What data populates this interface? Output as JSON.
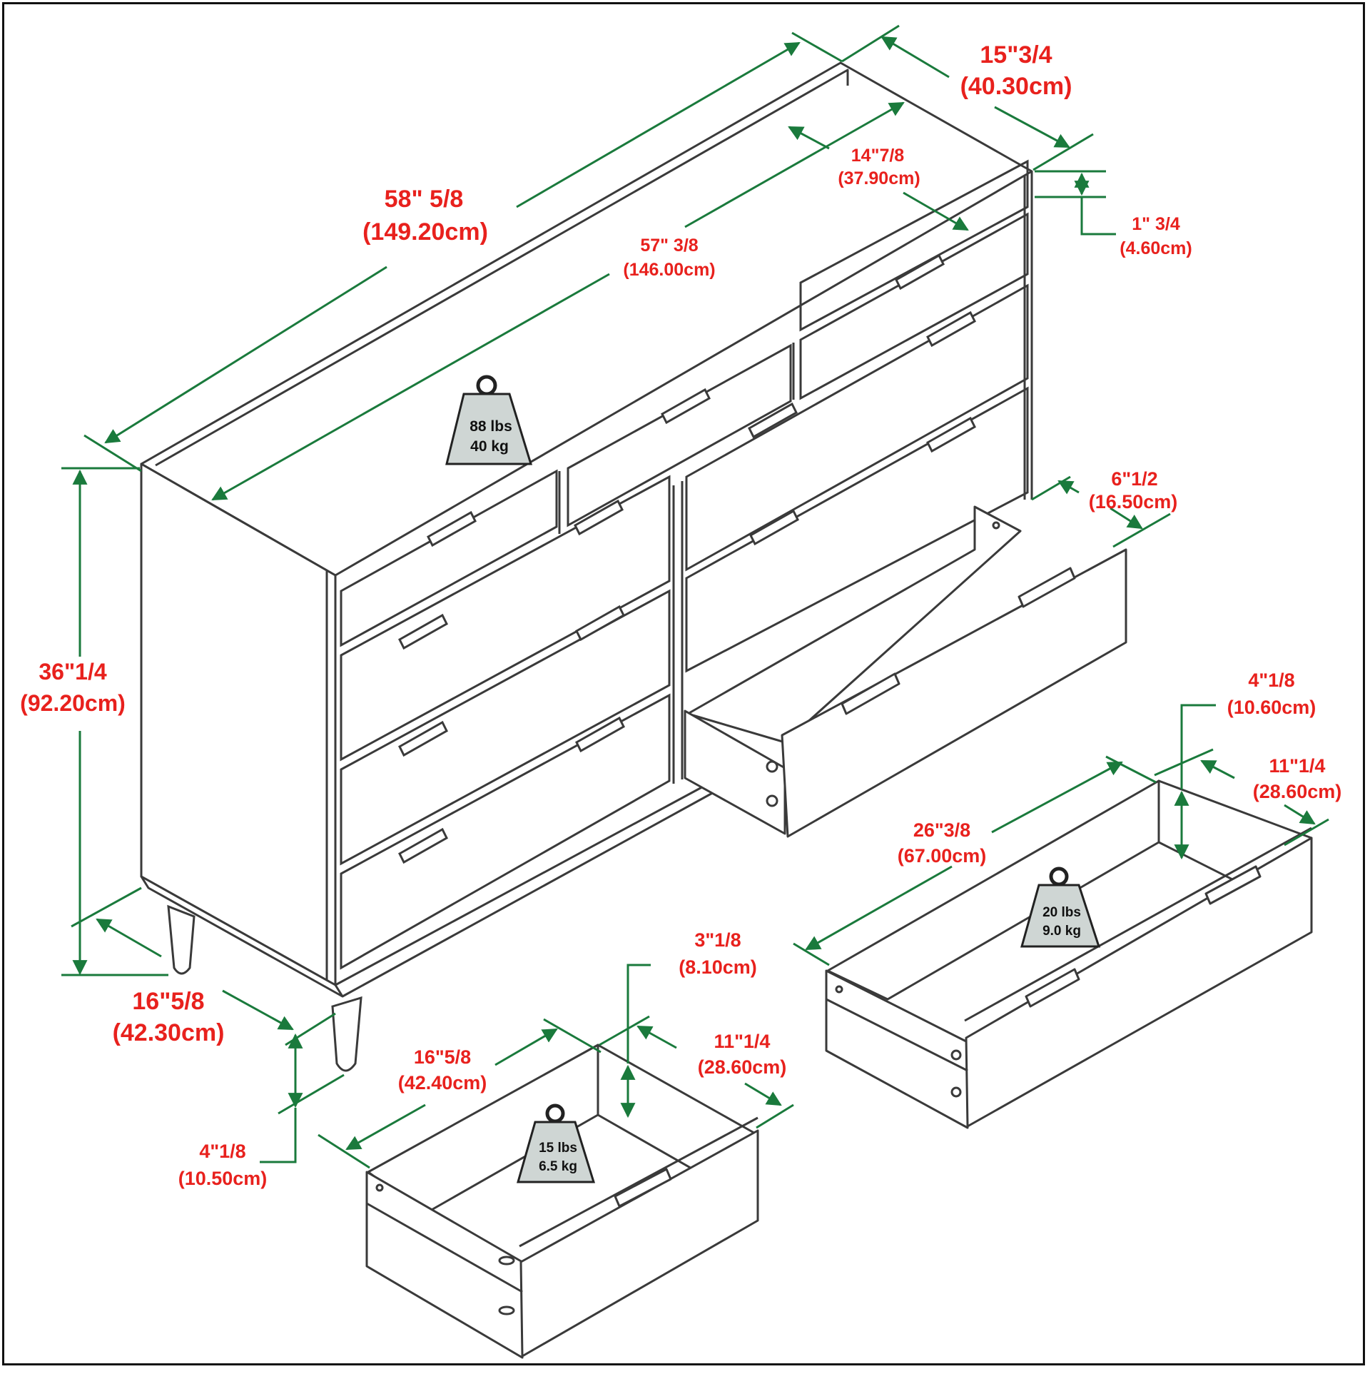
{
  "colors": {
    "dimension_text": "#e8211d",
    "dimension_line": "#1a7a3c",
    "outline": "#3a3a3a",
    "weight_fill": "#cfd6d4"
  },
  "dimensions": {
    "overall_width": {
      "imperial": "58\" 5/8",
      "metric": "(149.20cm)"
    },
    "inner_width": {
      "imperial": "57\" 3/8",
      "metric": "(146.00cm)"
    },
    "overall_depth": {
      "imperial": "15\"3/4",
      "metric": "(40.30cm)"
    },
    "inner_depth": {
      "imperial": "14\"7/8",
      "metric": "(37.90cm)"
    },
    "top_thickness": {
      "imperial": "1\" 3/4",
      "metric": "(4.60cm)"
    },
    "overall_height": {
      "imperial": "36\"1/4",
      "metric": "(92.20cm)"
    },
    "leg_spread": {
      "imperial": "16\"5/8",
      "metric": "(42.30cm)"
    },
    "leg_height": {
      "imperial": "4\"1/8",
      "metric": "(10.50cm)"
    },
    "drawer_extension": {
      "imperial": "6\"1/2",
      "metric": "(16.50cm)"
    },
    "large_drawer_height": {
      "imperial": "4\"1/8",
      "metric": "(10.60cm)"
    },
    "large_drawer_depth": {
      "imperial": "11\"1/4",
      "metric": "(28.60cm)"
    },
    "large_drawer_width": {
      "imperial": "26\"3/8",
      "metric": "(67.00cm)"
    },
    "small_drawer_height": {
      "imperial": "3\"1/8",
      "metric": "(8.10cm)"
    },
    "small_drawer_width": {
      "imperial": "16\"5/8",
      "metric": "(42.40cm)"
    },
    "small_drawer_depth": {
      "imperial": "11\"1/4",
      "metric": "(28.60cm)"
    }
  },
  "weights": {
    "top": {
      "lbs": "88 lbs",
      "kg": "40 kg"
    },
    "large_drawer": {
      "lbs": "20 lbs",
      "kg": "9.0 kg"
    },
    "small_drawer": {
      "lbs": "15 lbs",
      "kg": "6.5 kg"
    }
  }
}
